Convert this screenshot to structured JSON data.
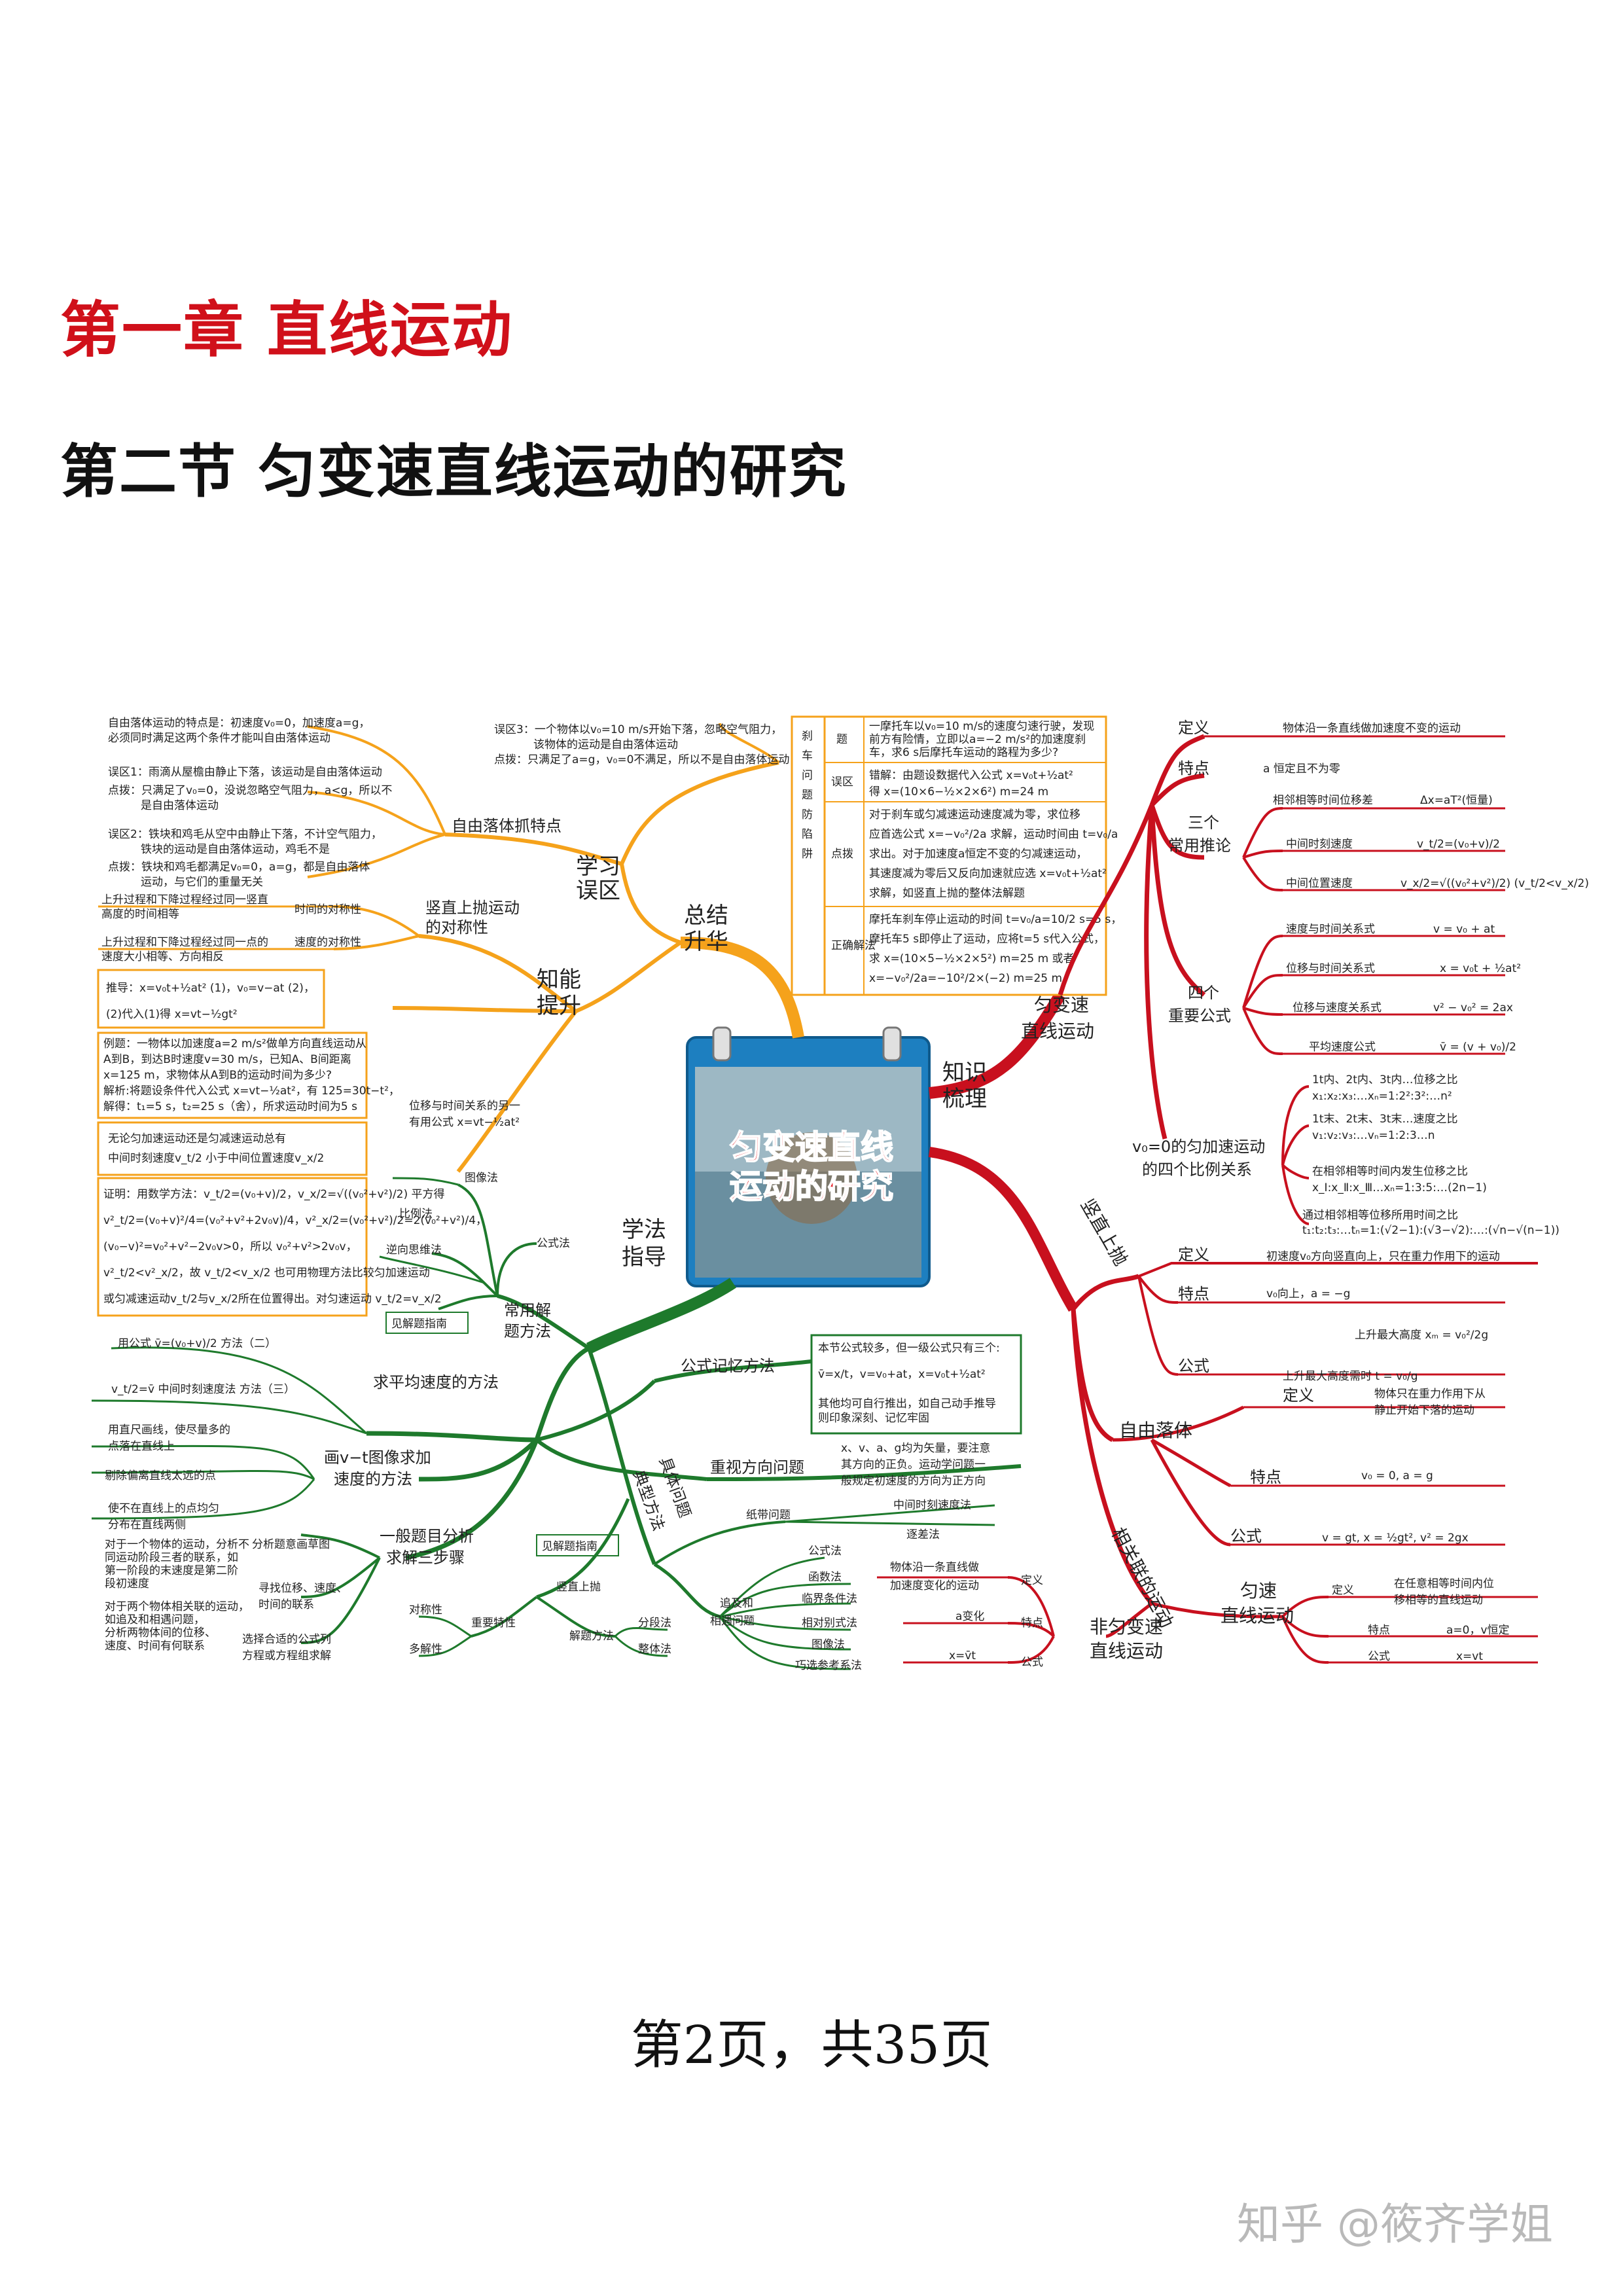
{
  "header": {
    "chapter": "第一章 直线运动",
    "section": "第二节 匀变速直线运动的研究"
  },
  "center": {
    "title_line1": "匀变速直线",
    "title_line2": "运动的研究"
  },
  "colors": {
    "orange": "#f5a21b",
    "red": "#c8101e",
    "green": "#1e7a2c",
    "chapter_red": "#d0101a"
  },
  "branches": {
    "summary": {
      "title": "总结\n升华",
      "title_l1": "总结",
      "title_l2": "升华",
      "study": {
        "l1": "学习",
        "l2": "误区"
      },
      "free_fall": "自由落体抓特点",
      "free_fall_notes": [
        "自由落体运动的特点是：初速度v₀=0，加速度a=g，",
        "必须同时满足这两个条件才能叫自由落体运动",
        "误区1：雨滴从屋檐由静止下落，该运动是自由落体运动",
        "点拨：只满足了v₀=0，没说忽略空气阻力，a<g，所以不",
        "是自由落体运动",
        "误区2：铁块和鸡毛从空中由静止下落，不计空气阻力，",
        "铁块的运动是自由落体运动，鸡毛不是",
        "点拨：铁块和鸡毛都满足v₀=0，a=g，都是自由落体",
        "运动，与它们的重量无关"
      ],
      "misc3": [
        "误区3：一个物体以v₀=10 m/s开始下落，忽略空气阻力，",
        "该物体的运动是自由落体运动",
        "点拨：只满足了a=g，v₀=0不满足，所以不是自由落体运动"
      ],
      "brake": {
        "side": "刹车问题防陷阱",
        "rows": [
          {
            "k": "题",
            "v": [
              "一摩托车以v₀=10 m/s的速度匀速行驶，发现",
              "前方有险情，立即以a=−2 m/s²的加速度刹",
              "车，求6 s后摩托车运动的路程为多少?"
            ]
          },
          {
            "k": "误区",
            "v": [
              "错解：由题设数据代入公式 x=v₀t+½at²",
              "得 x=(10×6−½×2×6²) m=24 m"
            ]
          },
          {
            "k": "点拨",
            "v": [
              "对于刹车或匀减速运动速度减为零，求位移",
              "应首选公式 x=−v₀²/2a 求解，运动时间由 t=v₀/a",
              "求出。对于加速度a恒定不变的匀减速运动，",
              "其速度减为零后又反向加速就应选 x=v₀t+½at²",
              "求解，如竖直上抛的整体法解题"
            ]
          },
          {
            "k": "正确解法",
            "v": [
              "摩托车刹车停止运动的时间 t=v₀/a=10/2 s=5 s，",
              "摩托车5 s即停止了运动，应将t=5 s代入公式，",
              "求 x=(10×5−½×2×5²) m=25 m  或者",
              "x=−v₀²/2a=−10²/2×(−2) m=25 m"
            ]
          }
        ]
      },
      "ability": {
        "l1": "知能",
        "l2": "提升"
      },
      "vertical": "竖直上抛运动\n的对称性",
      "vertical_l1": "竖直上抛运动",
      "vertical_l2": "的对称性",
      "time_sym": "时间的对称性",
      "speed_sym": "速度的对称性",
      "time_note": [
        "上升过程和下降过程经过同一竖直",
        "高度的时间相等"
      ],
      "speed_note": [
        "上升过程和下降过程经过同一点的",
        "速度大小相等、方向相反"
      ],
      "derive": [
        "推导：x=v₀t+½at² (1)，v₀=v−at (2)，",
        "(2)代入(1)得 x=vt−½gt²"
      ],
      "example": [
        "例题：一物体以加速度a=2 m/s²做单方向直线运动从",
        "A到B，到达B时速度v=30 m/s，已知A、B间距离",
        "x=125 m，求物体从A到B的运动时间为多少?",
        "解析:将题设条件代入公式 x=vt−½at²，有 125=30t−t²，",
        "解得：t₁=5 s，t₂=25 s（舍），所求运动时间为5 s"
      ],
      "position_formula": [
        "位移与时间关系的另一",
        "有用公式 x=vt−½at²"
      ],
      "mid_speed": [
        "无论匀加速运动还是匀减速运动总有",
        "中间时刻速度v_t/2 小于中间位置速度v_x/2"
      ],
      "proof": [
        "证明：用数学方法：v_t/2=(v₀+v)/2，v_x/2=√((v₀²+v²)/2) 平方得",
        "v²_t/2=(v₀+v)²/4=(v₀²+v²+2v₀v)/4，v²_x/2=(v₀²+v²)/2=2(v₀²+v²)/4，",
        "(v₀−v)²=v₀²+v²−2v₀v>0，所以 v₀²+v²>2v₀v，",
        "v²_t/2<v²_x/2，故 v_t/2<v_x/2 也可用物理方法比较匀加速运动",
        "或匀减速运动v_t/2与v_x/2所在位置得出。对匀速运动 v_t/2=v_x/2"
      ]
    },
    "knowledge": {
      "title_l1": "知识",
      "title_l2": "梳理",
      "uniform": {
        "l1": "匀变速",
        "l2": "直线运动"
      },
      "definition": "定义",
      "definition_text": "物体沿一条直线做加速度不变的运动",
      "feature": "特点",
      "feature_text": "a 恒定且不为零",
      "three": {
        "l1": "三个",
        "l2": "常用推论"
      },
      "three_items": [
        {
          "k": "相邻相等时间位移差",
          "v": "Δx=aT²(恒量)"
        },
        {
          "k": "中间时刻速度",
          "v": "v_t/2=(v₀+v)/2"
        },
        {
          "k": "中间位置速度",
          "v": "v_x/2=√((v₀²+v²)/2) (v_t/2<v_x/2)"
        }
      ],
      "four": {
        "l1": "四个",
        "l2": "重要公式"
      },
      "four_items": [
        {
          "k": "速度与时间关系式",
          "v": "v = v₀ + at"
        },
        {
          "k": "位移与时间关系式",
          "v": "x = v₀t + ½at²"
        },
        {
          "k": "位移与速度关系式",
          "v": "v² − v₀² = 2ax"
        },
        {
          "k": "平均速度公式",
          "v": "v̄ = (v + v₀)/2"
        }
      ],
      "ratio": {
        "l1": "v₀=0的匀加速运动",
        "l2": "的四个比例关系"
      },
      "ratio_items": [
        [
          "1t内、2t内、3t内…位移之比",
          "x₁:x₂:x₃:…xₙ=1:2²:3²:…n²"
        ],
        [
          "1t末、2t末、3t末…速度之比",
          "v₁:v₂:v₃:…vₙ=1:2:3…n"
        ],
        [
          "在相邻相等时间内发生位移之比",
          "x_Ⅰ:x_Ⅱ:x_Ⅲ…xₙ=1:3:5:…(2n−1)"
        ],
        [
          "通过相邻相等位移所用时间之比",
          "t₁:t₂:t₃:…tₙ=1:(√2−1):(√3−√2):…:(√n−√(n−1))"
        ]
      ]
    },
    "related": {
      "title": "相关联的运动",
      "vertical_up": "竖直上抛",
      "vu_def": "定义",
      "vu_def_text": "初速度v₀方向竖直向上，只在重力作用下的运动",
      "vu_feat": "特点",
      "vu_feat_text": "v₀向上，a = −g",
      "vu_formula": "公式",
      "vu_h": "上升最大高度 xₘ = v₀²/2g",
      "vu_t": "上升最大高度需时 t = v₀/g",
      "free_fall": "自由落体",
      "ff_def": "定义",
      "ff_def_text": [
        "物体只在重力作用下从",
        "静止开始下落的运动"
      ],
      "ff_feat": "特点",
      "ff_feat_text": "v₀ = 0, a = g",
      "ff_formula": "公式",
      "ff_formula_text": "v = gt, x = ½gt², v² = 2gx",
      "uniform": {
        "l1": "匀速",
        "l2": "直线运动"
      },
      "u_def": "定义",
      "u_def_text": [
        "在任意相等时间内位",
        "移相等的直线运动"
      ],
      "u_feat": "特点",
      "u_feat_text": "a=0，v恒定",
      "u_formula": "公式",
      "u_formula_text": "x=vt",
      "nonuniform": {
        "l1": "非匀变速",
        "l2": "直线运动"
      },
      "nu_def": "定义",
      "nu_def_text": [
        "物体沿一条直线做",
        "加速度变化的运动"
      ],
      "nu_feat": "特点",
      "nu_feat_text": "a变化",
      "nu_formula": "公式",
      "nu_formula_text": "x=v̄t"
    },
    "method": {
      "title_l1": "学法",
      "title_l2": "指导",
      "common": {
        "l1": "常用解",
        "l2": "题方法"
      },
      "common_items": [
        "图像法",
        "比例法",
        "公式法",
        "逆向思维法",
        "见解题指南"
      ],
      "avg": "求平均速度的方法",
      "avg_items": [
        "用公式 v̄=(v₀+v)/2    方法（二）",
        "v_t/2=v̄ 中间时刻速度法  方法（三）"
      ],
      "vt": {
        "l1": "画v−t图像求加",
        "l2": "速度的方法"
      },
      "vt_items": [
        [
          "用直尺画线，使尽量多的",
          "点落在直线上"
        ],
        [
          "剔除偏离直线太远的点"
        ],
        [
          "使不在直线上的点均匀",
          "分布在直线两侧"
        ]
      ],
      "steps": {
        "l1": "一般题目分析",
        "l2": "求解三步骤"
      },
      "steps_items": [
        {
          "k": "分析题意画草图",
          "v": [
            "对于一个物体的运动，分析不",
            "同运动阶段三者的联系，如",
            "第一阶段的末速度是第二阶",
            "段初速度"
          ]
        },
        {
          "k": "寻找位移、速度、\n时间的联系",
          "v": [
            "对于两个物体相关联的运动，",
            "如追及和相遇问题，",
            "分析两物体间的位移、",
            "速度、时间有何联系"
          ]
        },
        {
          "k": "选择合适的公式列\n方程或方程组求解",
          "v": []
        }
      ],
      "typical": {
        "l1": "具体问题",
        "l2": "典型方法"
      },
      "memory": "公式记忆方法",
      "memory_box": [
        "本节公式较多，但一级公式只有三个:",
        "v̄=x/t，v=v₀+at，x=v₀t+½at²",
        "其他均可自行推出，如自己动手推导",
        "则印象深刻、记忆牢固"
      ],
      "direction": "重视方向问题",
      "direction_text": [
        "x、v、a、g均为矢量，要注意",
        "其方向的正负。运动学问题一",
        "般规定初速度的方向为正方向"
      ],
      "tape": "纸带问题",
      "tape_items": [
        "中间时刻速度法",
        "逐差法"
      ],
      "guide": "见解题指南",
      "vert_up": "竖直上抛",
      "solve": "解题方法",
      "solve_items": [
        "分段法",
        "整体法"
      ],
      "key_feat": "重要特性",
      "key_items": [
        "对称性",
        "多解性"
      ],
      "chase": {
        "l1": "追及和",
        "l2": "相遇问题"
      },
      "chase_items": [
        "公式法",
        "函数法",
        "临界条件法",
        "相对别式法",
        "图像法",
        "巧选参考系法"
      ]
    }
  },
  "footer": {
    "page": "第2页，共35页",
    "watermark": "知乎 @筱齐学姐"
  }
}
